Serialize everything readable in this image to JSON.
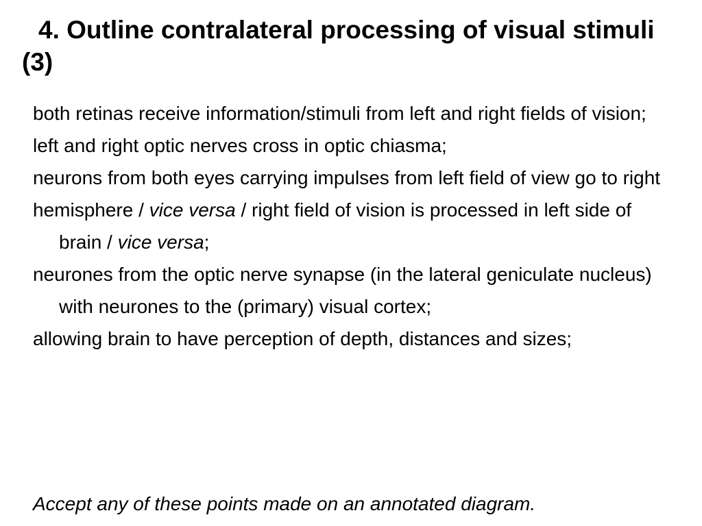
{
  "title": "4. Outline contralateral processing of visual stimuli (3)",
  "points": [
    "both retinas receive information/stimuli from left and right fields of vision;",
    "left and right optic nerves cross in optic chiasma;",
    "neurons from both eyes carrying impulses from left field of view go to right",
    {
      "segments": [
        "hemisphere / ",
        "vice versa",
        " / right field of vision is processed in left side of brain / ",
        "vice versa",
        ";"
      ]
    },
    "neurones from the optic nerve synapse (in the lateral geniculate nucleus) with neurones to the (primary) visual cortex;",
    "allowing brain to have perception of depth, distances and sizes;"
  ],
  "note": "Accept any of these points made on an annotated diagram."
}
